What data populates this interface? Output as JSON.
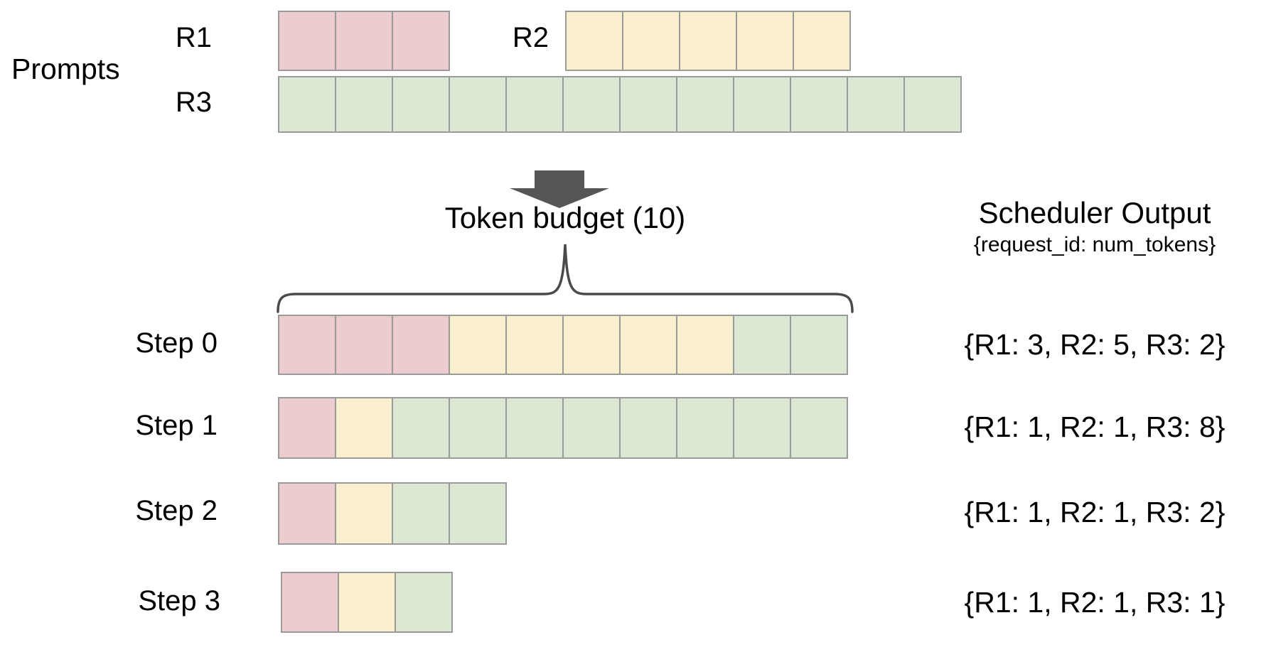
{
  "colors": {
    "R1": "#ecccce",
    "R2": "#faf0cd",
    "R3": "#dde8d4",
    "cell_border": "#9a9a9a",
    "arrow": "#565656",
    "brace": "#4a4a4a",
    "text": "#000000",
    "background": "#ffffff"
  },
  "prompts": {
    "section_label": "Prompts",
    "rows": [
      {
        "label": "R1",
        "segments": [
          {
            "request": "R1",
            "count": 3
          }
        ]
      },
      {
        "label": "R2",
        "segments": [
          {
            "request": "R2",
            "count": 5
          }
        ]
      },
      {
        "label": "R3",
        "segments": [
          {
            "request": "R3",
            "count": 12
          }
        ]
      }
    ]
  },
  "token_budget": {
    "label": "Token budget (10)",
    "budget": 10
  },
  "scheduler": {
    "title": "Scheduler Output",
    "subtitle": "{request_id: num_tokens}"
  },
  "steps": [
    {
      "label": "Step 0",
      "segments": [
        {
          "request": "R1",
          "count": 3
        },
        {
          "request": "R2",
          "count": 5
        },
        {
          "request": "R3",
          "count": 2
        }
      ],
      "output": "{R1: 3, R2: 5, R3: 2}"
    },
    {
      "label": "Step 1",
      "segments": [
        {
          "request": "R1",
          "count": 1
        },
        {
          "request": "R2",
          "count": 1
        },
        {
          "request": "R3",
          "count": 8
        }
      ],
      "output": "{R1: 1, R2: 1, R3: 8}"
    },
    {
      "label": "Step 2",
      "segments": [
        {
          "request": "R1",
          "count": 1
        },
        {
          "request": "R2",
          "count": 1
        },
        {
          "request": "R3",
          "count": 2
        }
      ],
      "output": "{R1: 1, R2: 1, R3: 2}"
    },
    {
      "label": "Step 3",
      "segments": [
        {
          "request": "R1",
          "count": 1
        },
        {
          "request": "R2",
          "count": 1
        },
        {
          "request": "R3",
          "count": 1
        }
      ],
      "output": "{R1: 1, R2: 1, R3: 1}"
    }
  ]
}
